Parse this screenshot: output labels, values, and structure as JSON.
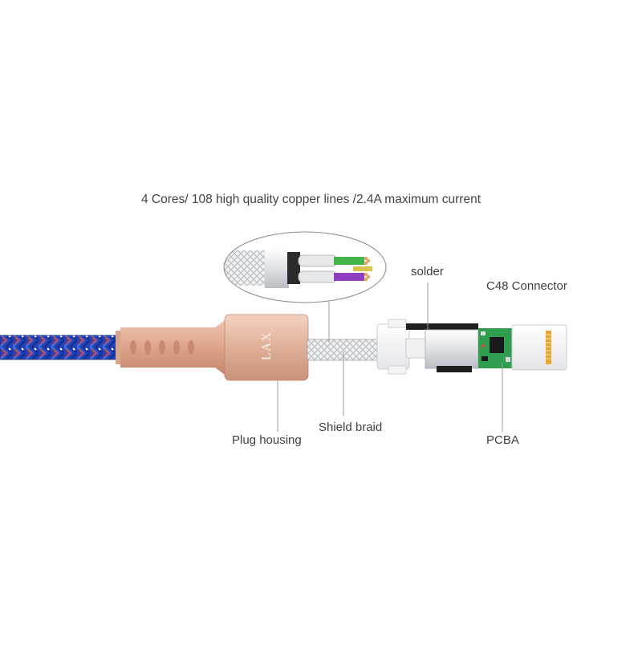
{
  "headline": "4 Cores/ 108 high quality copper lines /2.4A maximum current",
  "labels": {
    "solder": "solder",
    "connector": "C48 Connector",
    "plug_housing": "Plug housing",
    "shield_braid": "Shield braid",
    "pcba": "PCBA"
  },
  "brand_logo": "LAX",
  "colors": {
    "cable_blue": "#1f3fb0",
    "cable_red": "#d8282c",
    "housing_rose_gold": "#e7b9a3",
    "pcb_green": "#2f9f4f",
    "contact_gold": "#e8a72e",
    "wire_green": "#44b54b",
    "wire_purple": "#8e3fbf"
  }
}
